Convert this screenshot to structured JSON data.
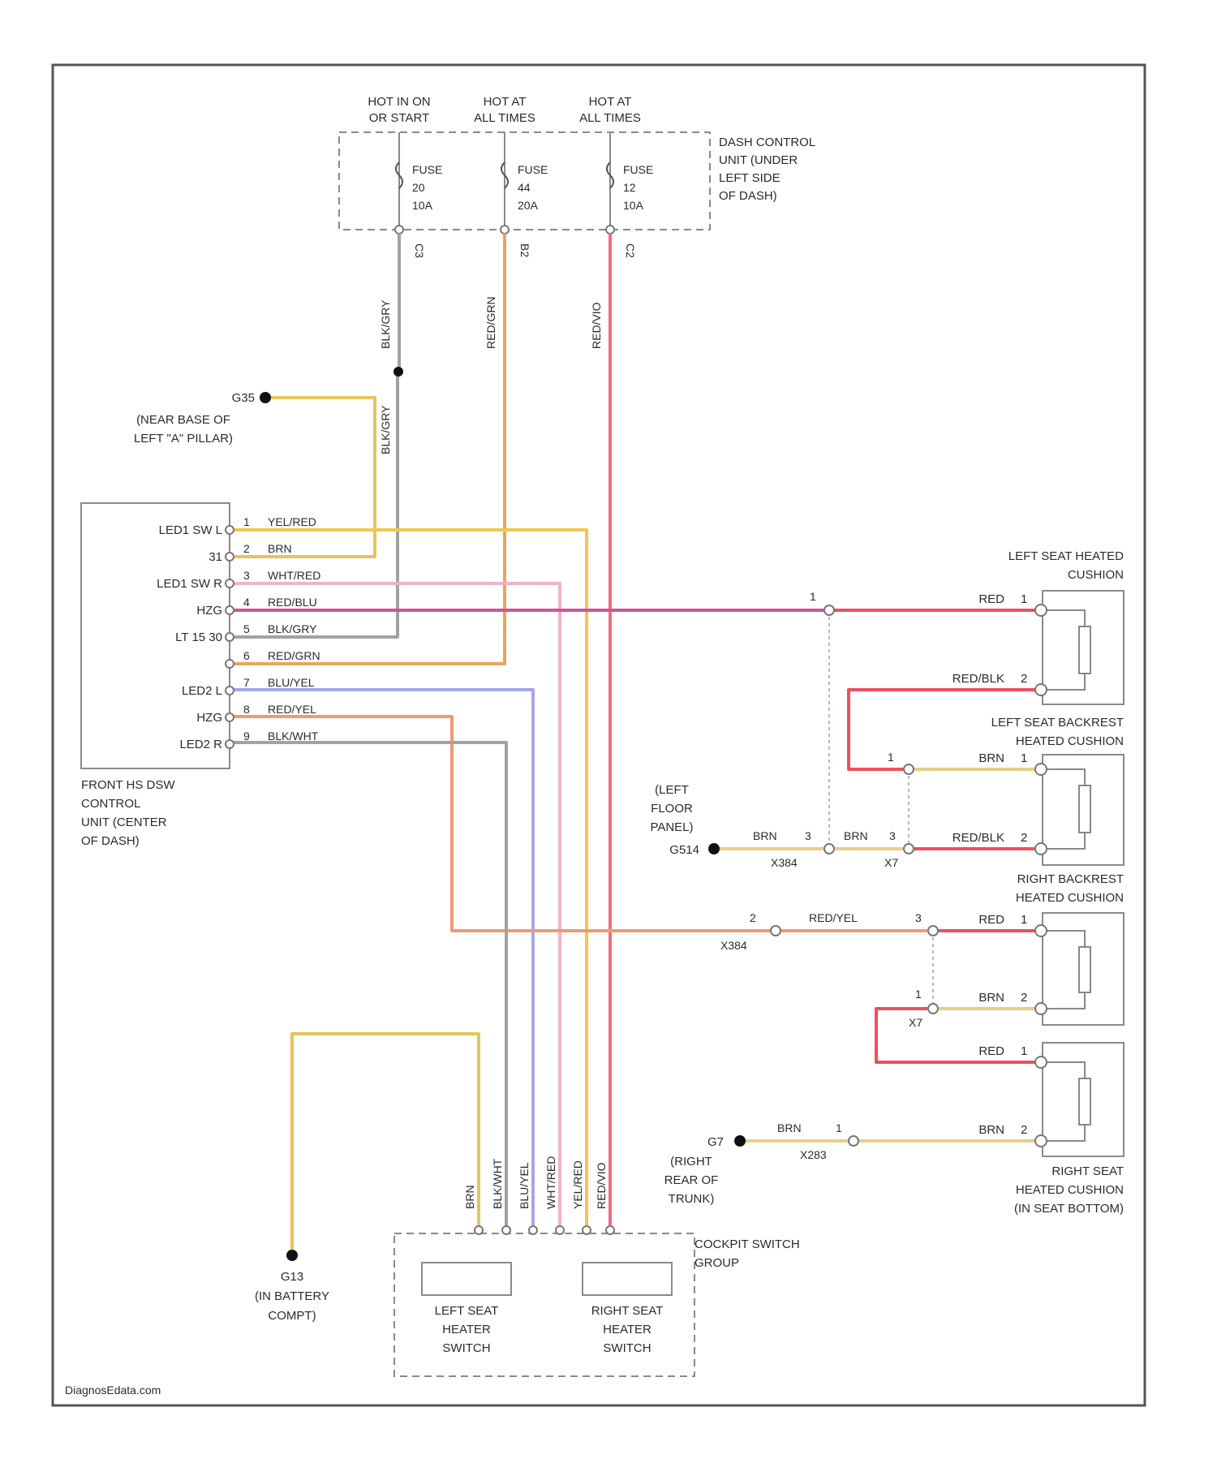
{
  "fuse_box": {
    "label": [
      "DASH CONTROL",
      "UNIT (UNDER",
      "LEFT SIDE",
      "OF DASH)"
    ],
    "feeds": [
      {
        "hot": [
          "HOT IN ON",
          "OR START"
        ],
        "fuse": [
          "FUSE",
          "20",
          "10A"
        ],
        "pin": "C3"
      },
      {
        "hot": [
          "HOT AT",
          "ALL TIMES"
        ],
        "fuse": [
          "FUSE",
          "44",
          "20A"
        ],
        "pin": "B2"
      },
      {
        "hot": [
          "HOT AT",
          "ALL TIMES"
        ],
        "fuse": [
          "FUSE",
          "12",
          "10A"
        ],
        "pin": "C2"
      }
    ]
  },
  "wire_labels": {
    "feed_left_upper": "BLK/GRY",
    "feed_left_lower": "BLK/GRY",
    "feed_mid": "RED/GRN",
    "feed_right": "RED/VIO"
  },
  "ground_a_pillar": {
    "id": "G35",
    "desc": [
      "(NEAR BASE OF",
      "LEFT \"A\" PILLAR)"
    ]
  },
  "control_unit": {
    "label": [
      "FRONT HS DSW",
      "CONTROL",
      "UNIT (CENTER",
      "OF DASH)"
    ],
    "pins": [
      {
        "name": "LED1 SW L",
        "num": "1",
        "wire": "YEL/RED"
      },
      {
        "name": "31",
        "num": "2",
        "wire": "BRN"
      },
      {
        "name": "LED1 SW R",
        "num": "3",
        "wire": "WHT/RED"
      },
      {
        "name": "HZG",
        "num": "4",
        "wire": "RED/BLU"
      },
      {
        "name": "LT 15 30",
        "num": "5",
        "wire": "BLK/GRY"
      },
      {
        "name": "",
        "num": "6",
        "wire": "RED/GRN"
      },
      {
        "name": "LED2 L",
        "num": "7",
        "wire": "BLU/YEL"
      },
      {
        "name": "HZG",
        "num": "8",
        "wire": "RED/YEL"
      },
      {
        "name": "LED2 R",
        "num": "9",
        "wire": "BLK/WHT"
      }
    ]
  },
  "elements": {
    "left_cushion": {
      "label": [
        "LEFT SEAT HEATED",
        "CUSHION"
      ],
      "w1": "RED",
      "p1": "1",
      "w2": "RED/BLK",
      "p2": "2"
    },
    "left_backrest": {
      "label": [
        "LEFT SEAT BACKREST",
        "HEATED CUSHION"
      ],
      "w1": "BRN",
      "p1": "1",
      "w2": "RED/BLK",
      "p2": "2"
    },
    "right_backrest": {
      "label": [
        "RIGHT BACKREST",
        "HEATED CUSHION"
      ],
      "w1": "RED",
      "p1": "1",
      "w2": "BRN",
      "p2": "2"
    },
    "right_cushion": {
      "label": [
        "RIGHT SEAT",
        "HEATED CUSHION",
        "(IN SEAT BOTTOM)"
      ],
      "w1": "RED",
      "p1": "1",
      "w2": "BRN",
      "p2": "2"
    }
  },
  "left_floor": {
    "label": [
      "(LEFT",
      "FLOOR",
      "PANEL)"
    ],
    "ground": "G514",
    "wire1": "BRN",
    "pin1": "3",
    "conn1": "X384",
    "wire2": "BRN",
    "pin2": "3",
    "conn2": "X7",
    "splice_pin": "1"
  },
  "right_link": {
    "pin_a": "2",
    "conn": "X384",
    "wire": "RED/YEL",
    "pin_b": "3",
    "conn_b": "X7",
    "pin_c": "1"
  },
  "right_trunk": {
    "ground": "G7",
    "desc": [
      "(RIGHT",
      "REAR OF",
      "TRUNK)"
    ],
    "wire": "BRN",
    "pin": "1",
    "conn": "X283"
  },
  "ground_battery": {
    "id": "G13",
    "desc": [
      "(IN BATTERY",
      "COMPT)"
    ]
  },
  "switch_group": {
    "label": [
      "COCKPIT SWITCH",
      "GROUP"
    ],
    "left": [
      "LEFT SEAT",
      "HEATER",
      "SWITCH"
    ],
    "right": [
      "RIGHT SEAT",
      "HEATER",
      "SWITCH"
    ],
    "wires": [
      "BRN",
      "BLK/WHT",
      "BLU/YEL",
      "WHT/RED",
      "YEL/RED",
      "RED/VIO"
    ]
  },
  "watermark": "DiagnosEdata.com",
  "colors": {
    "yellow": "#e6c35c",
    "gray": "#a2a2a2",
    "orange": "#e9a55e",
    "pink": "#f06a85",
    "lightpink": "#f2b3c2",
    "magenta": "#d15398",
    "lavender": "#a6a6e6",
    "salmon": "#f09a70",
    "tan": "#e6cf8a",
    "red": "#ee4f5e"
  }
}
